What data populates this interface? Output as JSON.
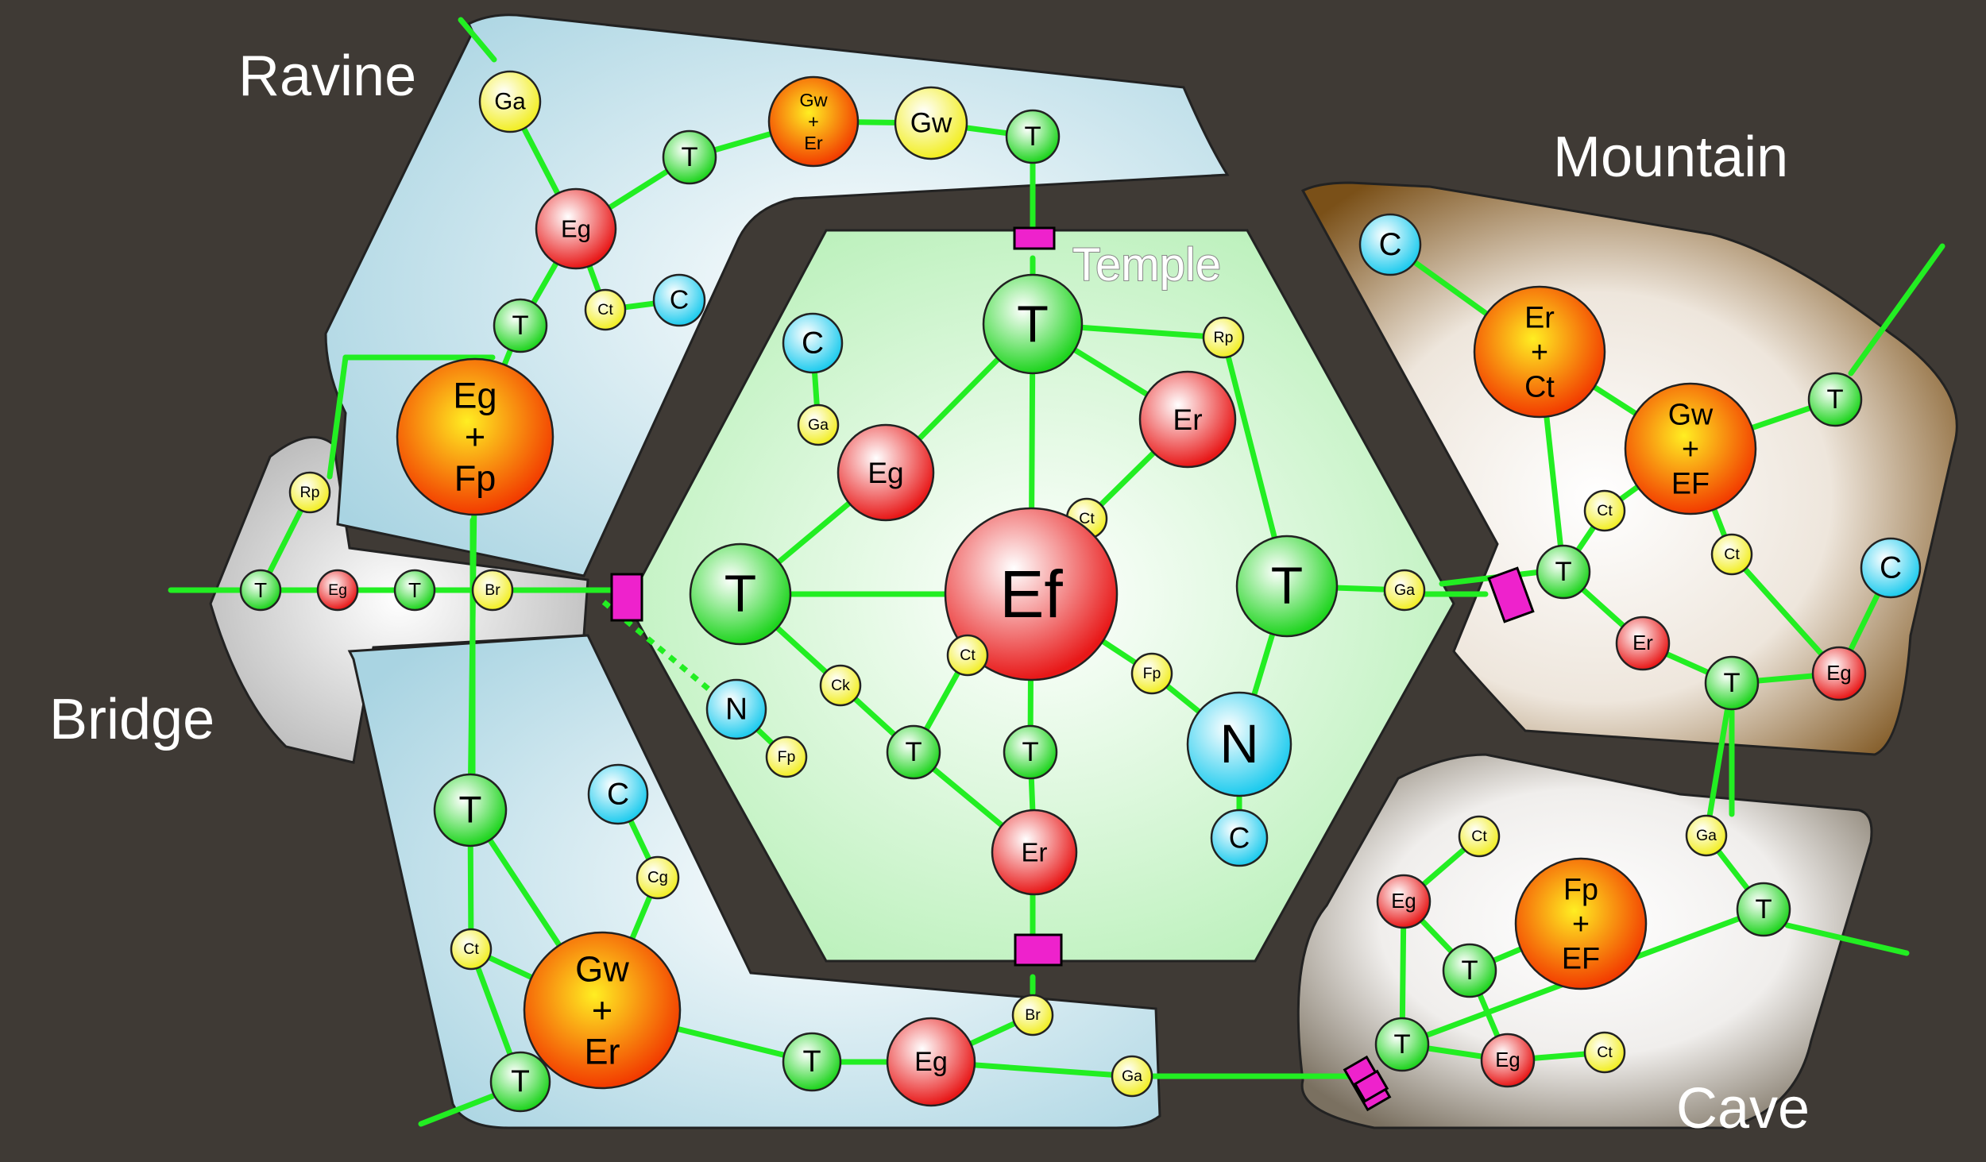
{
  "regions": {
    "ravine": "Ravine",
    "bridge": "Bridge",
    "mountain": "Mountain",
    "cave": "Cave",
    "temple": "Temple"
  },
  "colors": {
    "background": "#3f3a35",
    "edge": "#22ee22",
    "gate": "#ee22cc",
    "type_T": "#22dd22",
    "type_E": "#ee2222",
    "type_Boss": "#ff7700",
    "type_C": "#22ccee",
    "type_Y": "#eeee44"
  },
  "nodes": [
    {
      "id": "rv_ga",
      "label": "Ga",
      "type": "Y"
    },
    {
      "id": "rv_gwer",
      "label": "Gw + Er",
      "type": "Boss"
    },
    {
      "id": "rv_gw",
      "label": "Gw",
      "type": "Y"
    },
    {
      "id": "rv_t1",
      "label": "T",
      "type": "T"
    },
    {
      "id": "rv_t2",
      "label": "T",
      "type": "T"
    },
    {
      "id": "rv_eg",
      "label": "Eg",
      "type": "E"
    },
    {
      "id": "rv_ct",
      "label": "Ct",
      "type": "Y"
    },
    {
      "id": "rv_c",
      "label": "C",
      "type": "C"
    },
    {
      "id": "rv_t3",
      "label": "T",
      "type": "T"
    },
    {
      "id": "rv_egfp",
      "label": "Eg + Fp",
      "type": "Boss"
    },
    {
      "id": "br_rp",
      "label": "Rp",
      "type": "Y"
    },
    {
      "id": "br_t1",
      "label": "T",
      "type": "T"
    },
    {
      "id": "br_eg",
      "label": "Eg",
      "type": "E"
    },
    {
      "id": "br_t2",
      "label": "T",
      "type": "T"
    },
    {
      "id": "br_br",
      "label": "Br",
      "type": "Y"
    },
    {
      "id": "lr_t1",
      "label": "T",
      "type": "T"
    },
    {
      "id": "lr_c",
      "label": "C",
      "type": "C"
    },
    {
      "id": "lr_cg",
      "label": "Cg",
      "type": "Y"
    },
    {
      "id": "lr_ct",
      "label": "Ct",
      "type": "Y"
    },
    {
      "id": "lr_gwer",
      "label": "Gw + Er",
      "type": "Boss"
    },
    {
      "id": "lr_t2",
      "label": "T",
      "type": "T"
    },
    {
      "id": "lr_t3",
      "label": "T",
      "type": "T"
    },
    {
      "id": "lr_eg",
      "label": "Eg",
      "type": "E"
    },
    {
      "id": "lr_br",
      "label": "Br",
      "type": "Y"
    },
    {
      "id": "lr_ga",
      "label": "Ga",
      "type": "Y"
    },
    {
      "id": "tp_t_top",
      "label": "T",
      "type": "T"
    },
    {
      "id": "tp_rp",
      "label": "Rp",
      "type": "Y"
    },
    {
      "id": "tp_c",
      "label": "C",
      "type": "C"
    },
    {
      "id": "tp_ga",
      "label": "Ga",
      "type": "Y"
    },
    {
      "id": "tp_eg",
      "label": "Eg",
      "type": "E"
    },
    {
      "id": "tp_er1",
      "label": "Er",
      "type": "E"
    },
    {
      "id": "tp_ct1",
      "label": "Ct",
      "type": "Y"
    },
    {
      "id": "tp_ef",
      "label": "Ef",
      "type": "E"
    },
    {
      "id": "tp_t_left",
      "label": "T",
      "type": "T"
    },
    {
      "id": "tp_t_right",
      "label": "T",
      "type": "T"
    },
    {
      "id": "tp_ga2",
      "label": "Ga",
      "type": "Y"
    },
    {
      "id": "tp_ct2",
      "label": "Ct",
      "type": "Y"
    },
    {
      "id": "tp_ck",
      "label": "Ck",
      "type": "Y"
    },
    {
      "id": "tp_fp1",
      "label": "Fp",
      "type": "Y"
    },
    {
      "id": "tp_n1",
      "label": "N",
      "type": "C"
    },
    {
      "id": "tp_fp2",
      "label": "Fp",
      "type": "Y"
    },
    {
      "id": "tp_t_b1",
      "label": "T",
      "type": "T"
    },
    {
      "id": "tp_t_b2",
      "label": "T",
      "type": "T"
    },
    {
      "id": "tp_n2",
      "label": "N",
      "type": "C"
    },
    {
      "id": "tp_c2",
      "label": "C",
      "type": "C"
    },
    {
      "id": "tp_er2",
      "label": "Er",
      "type": "E"
    },
    {
      "id": "mt_c",
      "label": "C",
      "type": "C"
    },
    {
      "id": "mt_erct",
      "label": "Er + Ct",
      "type": "Boss"
    },
    {
      "id": "mt_gwef",
      "label": "Gw + EF",
      "type": "Boss"
    },
    {
      "id": "mt_t1",
      "label": "T",
      "type": "T"
    },
    {
      "id": "mt_ct1",
      "label": "Ct",
      "type": "Y"
    },
    {
      "id": "mt_ct2",
      "label": "Ct",
      "type": "Y"
    },
    {
      "id": "mt_t2",
      "label": "T",
      "type": "T"
    },
    {
      "id": "mt_c2",
      "label": "C",
      "type": "C"
    },
    {
      "id": "mt_er",
      "label": "Er",
      "type": "E"
    },
    {
      "id": "mt_t3",
      "label": "T",
      "type": "T"
    },
    {
      "id": "mt_eg",
      "label": "Eg",
      "type": "E"
    },
    {
      "id": "cv_ct1",
      "label": "Ct",
      "type": "Y"
    },
    {
      "id": "cv_ga",
      "label": "Ga",
      "type": "Y"
    },
    {
      "id": "cv_eg1",
      "label": "Eg",
      "type": "E"
    },
    {
      "id": "cv_fpef",
      "label": "Fp + EF",
      "type": "Boss"
    },
    {
      "id": "cv_t1",
      "label": "T",
      "type": "T"
    },
    {
      "id": "cv_t2",
      "label": "T",
      "type": "T"
    },
    {
      "id": "cv_t3",
      "label": "T",
      "type": "T"
    },
    {
      "id": "cv_eg2",
      "label": "Eg",
      "type": "E"
    },
    {
      "id": "cv_ct2",
      "label": "Ct",
      "type": "Y"
    }
  ]
}
